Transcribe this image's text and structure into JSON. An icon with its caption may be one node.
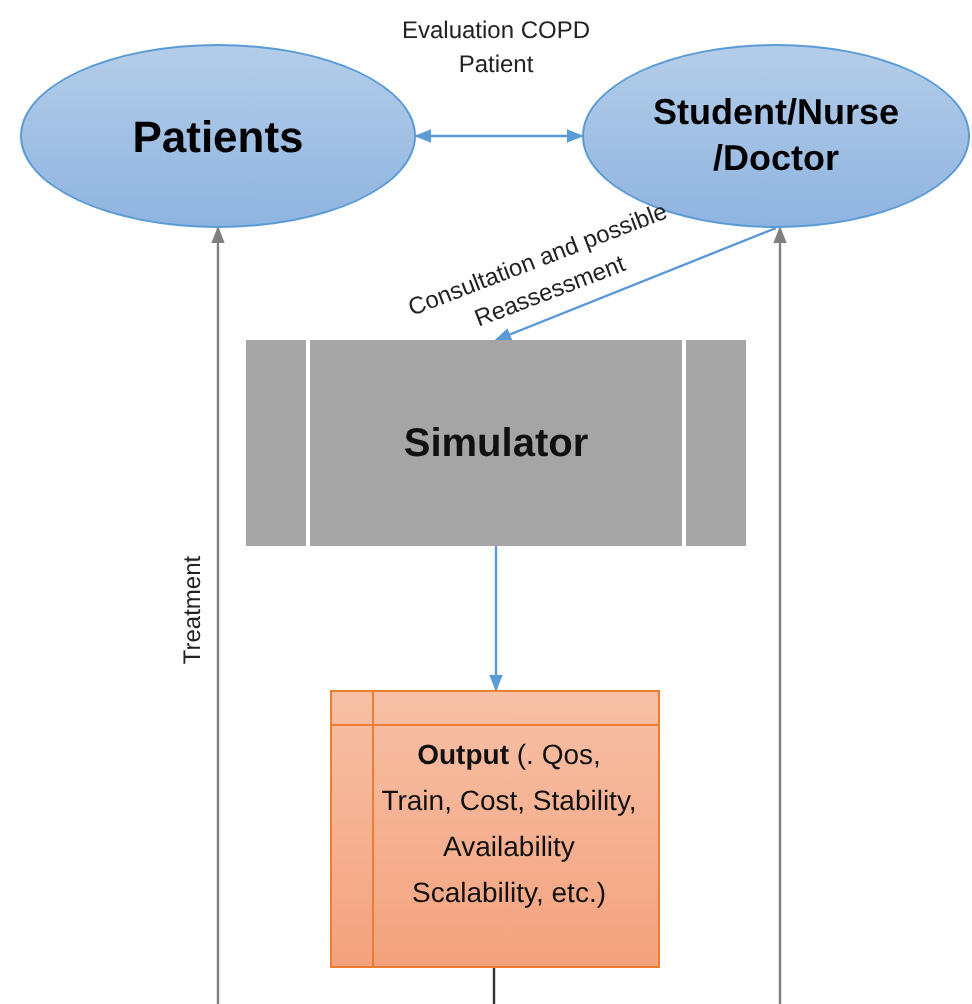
{
  "diagram": {
    "nodes": [
      {
        "text": [
          "Patients"
        ]
      },
      {
        "text": [
          "Student/Nurse /Doctor"
        ]
      },
      {
        "text": [
          "Simulator"
        ]
      },
      {
        "text": [
          "**Output** (. Qos, Train, Cost, Stability, Availability Scalability, etc.)"
        ]
      }
    ],
    "edges": [
      {
        "from": 0,
        "to": 1,
        "arrow": "both",
        "label": "Evaluation COPD Patient",
        "color": "#5b9bd5"
      },
      {
        "from": 1,
        "to": 2,
        "arrow": "to",
        "label": "Consultation and possible Reassessment",
        "color": "#5b9bd5"
      },
      {
        "from": 2,
        "to": 3,
        "arrow": "to",
        "color": "#5b9bd5"
      },
      {
        "from": null,
        "to": 0,
        "arrow": "to",
        "label": "Treatment",
        "color": "#808080"
      },
      {
        "from": null,
        "to": 1,
        "arrow": "to",
        "color": "#808080"
      },
      {
        "from": 3,
        "to": null,
        "arrow": "none",
        "color": "#333333"
      }
    ]
  }
}
